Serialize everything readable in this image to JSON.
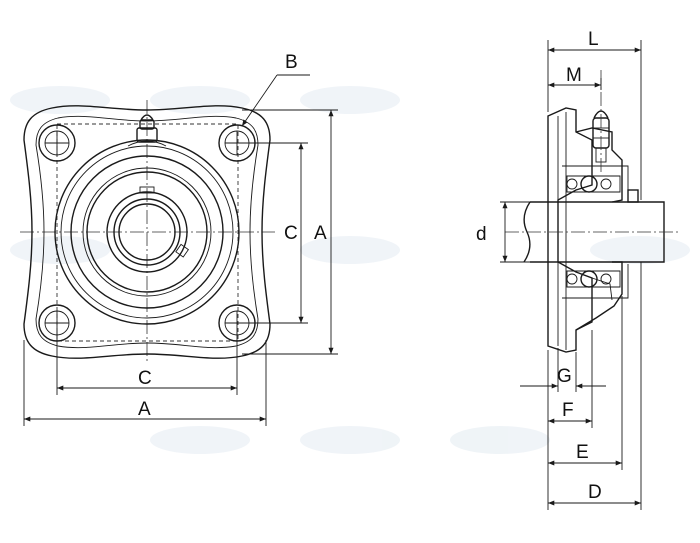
{
  "labels": {
    "B": "B",
    "C_front_vertical": "C",
    "A_front_vertical": "A",
    "C_front_horizontal": "C",
    "A_front_horizontal": "A",
    "L": "L",
    "M": "M",
    "d": "d",
    "G": "G",
    "F": "F",
    "E": "E",
    "D": "D"
  },
  "colors": {
    "line": "#1a1a1a",
    "background": "#ffffff",
    "watermark": "#e6edf3"
  }
}
